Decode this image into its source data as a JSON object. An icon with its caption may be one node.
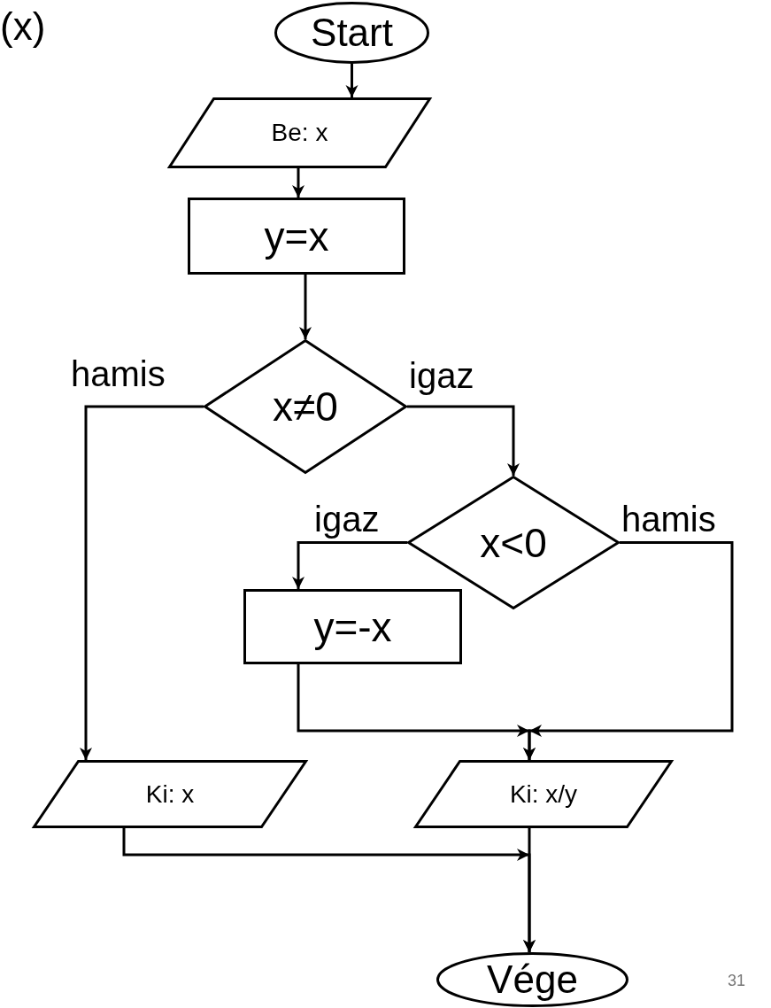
{
  "diagram": {
    "nodes": [
      {
        "text": [
          "Start"
        ]
      },
      {
        "text": [
          "Be: x"
        ]
      },
      {
        "text": [
          "y=x"
        ]
      },
      {
        "text": [
          "x≠0"
        ]
      },
      {
        "text": [
          "x<0"
        ]
      },
      {
        "text": [
          "y=-x"
        ]
      },
      {
        "text": [
          "Ki: x"
        ]
      },
      {
        "text": [
          "Ki: x/y"
        ]
      },
      {
        "text": [
          "Vége"
        ]
      }
    ],
    "edges": [
      {
        "from": 0,
        "to": 1,
        "arrow": "to"
      },
      {
        "from": 1,
        "to": 2,
        "arrow": "to"
      },
      {
        "from": 2,
        "to": 3,
        "arrow": "to"
      },
      {
        "from": 3,
        "to": 6,
        "arrow": "to",
        "label": "hamis"
      },
      {
        "from": 3,
        "to": 4,
        "arrow": "to",
        "label": "igaz"
      },
      {
        "from": 4,
        "to": 5,
        "arrow": "to",
        "label": "igaz"
      },
      {
        "from": 4,
        "to": 7,
        "arrow": "to",
        "label": "hamis"
      },
      {
        "from": 5,
        "to": 7,
        "arrow": "to"
      },
      {
        "from": 6,
        "to": 8,
        "arrow": "to"
      },
      {
        "from": 7,
        "to": 8,
        "arrow": "to"
      }
    ],
    "labels": [
      "(x)",
      "31"
    ]
  }
}
